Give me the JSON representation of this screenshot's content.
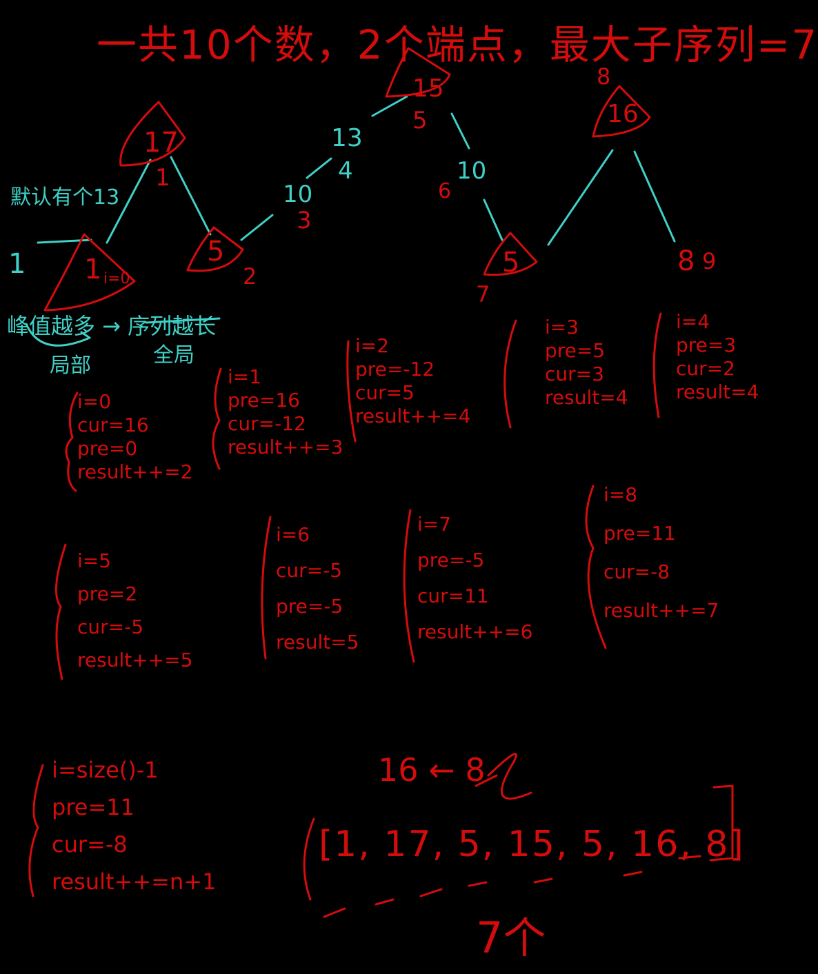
{
  "colors": {
    "red": "#d40c0c",
    "teal": "#3fd1c7",
    "background": "#000000"
  },
  "title": "一共10个数，2个端点，最大子序列=7",
  "peaks": [
    "17",
    "15",
    "16"
  ],
  "valleys": [
    "1",
    "5",
    "5"
  ],
  "right_end": "8",
  "left_default": "1",
  "left_note": "默认有个13",
  "mid_values": [
    "13",
    "10",
    "10",
    "8"
  ],
  "diffs": [
    "1",
    "5",
    "4",
    "3",
    "6",
    "2",
    "7",
    "9"
  ],
  "i_zero": "i=0",
  "note_peaks": "峰值越多 → 序列越长",
  "note_local": "局部",
  "note_global": "全局",
  "blocks": [
    {
      "i": "i=0",
      "l1": "cur=16",
      "l2": "pre=0",
      "l3": "result++=2"
    },
    {
      "i": "i=1",
      "l1": "pre=16",
      "l2": "cur=-12",
      "l3": "result++=3"
    },
    {
      "i": "i=2",
      "l1": "pre=-12",
      "l2": "cur=5",
      "l3": "result++=4"
    },
    {
      "i": "i=3",
      "l1": "pre=5",
      "l2": "cur=3",
      "l3": "result=4"
    },
    {
      "i": "i=4",
      "l1": "pre=3",
      "l2": "cur=2",
      "l3": "result=4"
    },
    {
      "i": "i=5",
      "l1": "pre=2",
      "l2": "cur=-5",
      "l3": "result++=5"
    },
    {
      "i": "i=6",
      "l1": "cur=-5",
      "l2": "pre=-5",
      "l3": "result=5"
    },
    {
      "i": "i=7",
      "l1": "pre=-5",
      "l2": "cur=11",
      "l3": "result++=6"
    },
    {
      "i": "i=8",
      "l1": "pre=11",
      "l2": "cur=-8",
      "l3": "result++=7"
    }
  ],
  "final_block": {
    "i": "i=size()-1",
    "l1": "pre=11",
    "l2": "cur=-8",
    "l3": "result++=n+1"
  },
  "replace_note": "16 ← 8",
  "sequence": "[1, 17, 5, 15, 5, 16, 8]",
  "count": "7个"
}
